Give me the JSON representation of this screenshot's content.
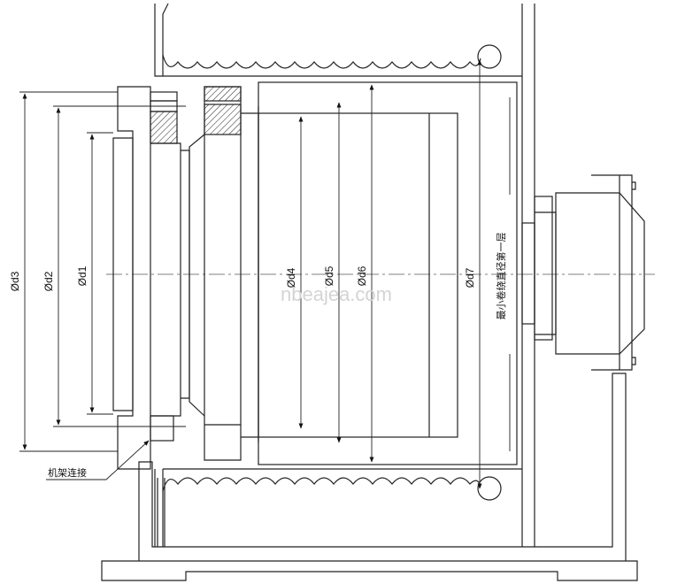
{
  "diagram": {
    "dimensions": [
      "Ød3",
      "Ød2",
      "Ød1",
      "Ød4",
      "Ød5",
      "Ød6",
      "Ød7"
    ],
    "annotation_frame": "机架连接",
    "annotation_min_diameter": "最小卷绕直径第一层",
    "watermark": "nbeajea.com"
  }
}
